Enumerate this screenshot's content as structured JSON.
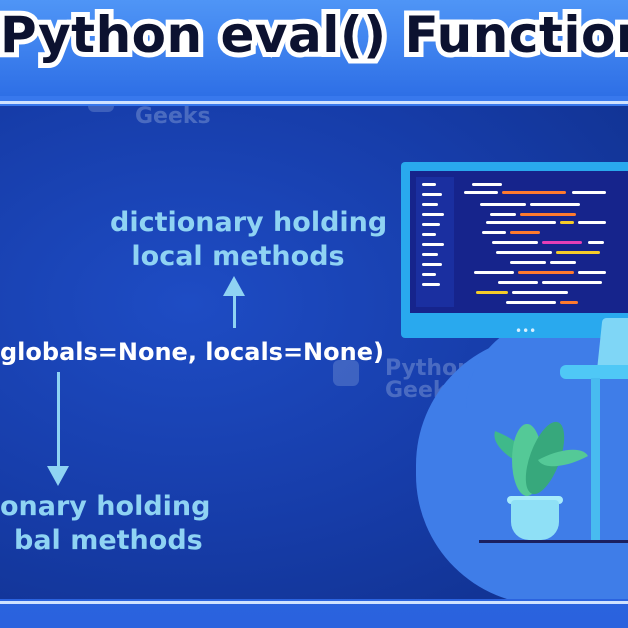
{
  "title": "Python eval() Function",
  "watermark": {
    "line1": "Python",
    "line2": "Geeks"
  },
  "annotations": {
    "top_label_line1": "dictionary holding",
    "top_label_line2": "local methods",
    "code": "globals=None, locals=None)",
    "bottom_label_line1": "onary holding",
    "bottom_label_line2": "bal methods"
  },
  "illustration": {
    "monitor": "monitor-with-code-icon",
    "desk": "desk-icon",
    "plant": "potted-plant-icon",
    "laptop": "laptop-icon",
    "monitor_dots": "•••"
  },
  "colors": {
    "title_bar": "#3a7cf0",
    "title_text": "#0c1230",
    "label": "#8fd3f3",
    "code": "#ffffff",
    "panel": "#163ca8",
    "monitor": "#29a9ee"
  }
}
